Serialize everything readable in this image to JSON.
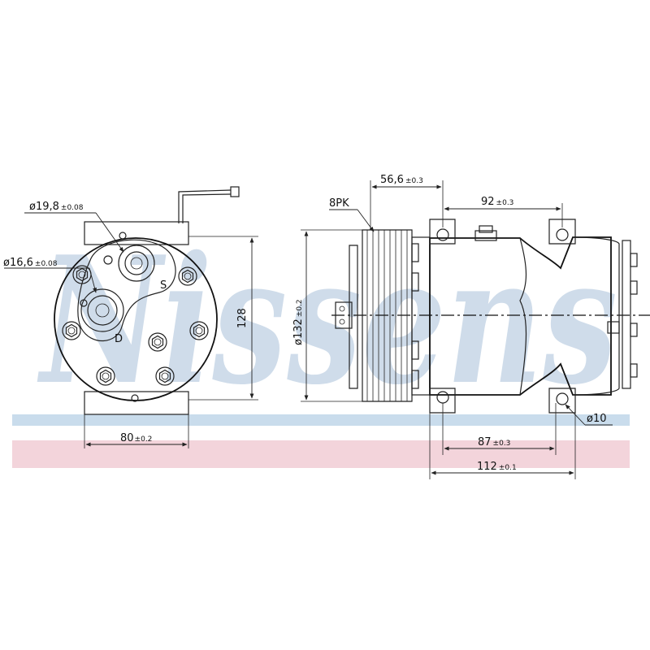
{
  "watermark": {
    "text": "Nissens",
    "color": "#a9c1d9",
    "band_blue": "#c9dcec",
    "band_pink": "#f3d4db"
  },
  "front_view": {
    "dia_19_8": "ø19,8",
    "dia_19_8_tol": "±0.08",
    "dia_16_6": "ø16,6",
    "dia_16_6_tol": "±0.08",
    "suction_mark": "S",
    "discharge_mark": "D",
    "height": "128",
    "width": "80",
    "width_tol": "±0.2"
  },
  "side_view": {
    "belt": "8PK",
    "dim_56_6": "56,6",
    "dim_56_6_tol": "±0.3",
    "dim_92": "92",
    "dim_92_tol": "±0.3",
    "pulley_dia": "ø132",
    "pulley_dia_tol": "±0.2",
    "hole_dia": "ø10",
    "dim_87": "87",
    "dim_87_tol": "±0.3",
    "dim_112": "112",
    "dim_112_tol": "±0.1"
  }
}
